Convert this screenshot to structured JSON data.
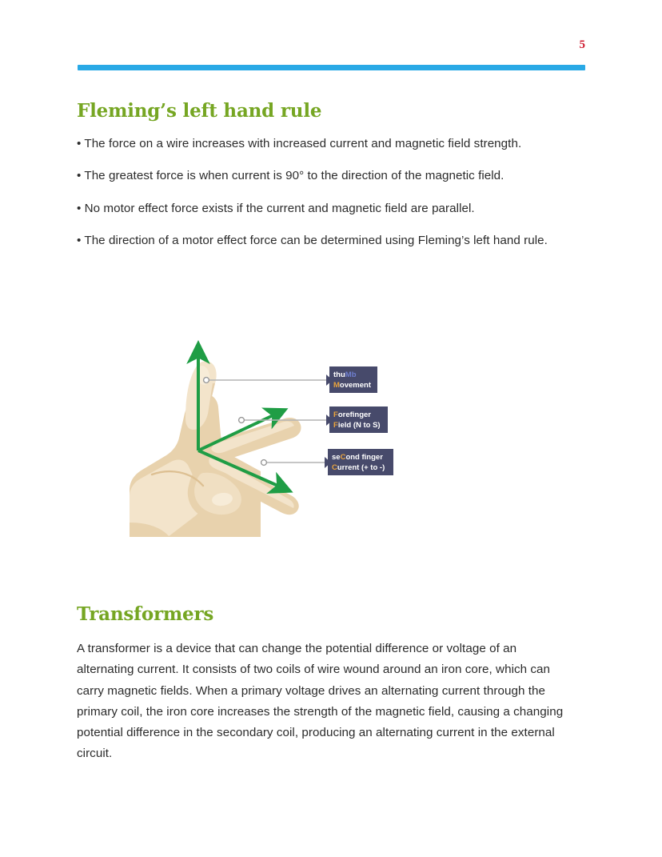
{
  "page": {
    "number": "5",
    "rule_color": "#29a9e6",
    "number_color": "#cf1b30",
    "heading_color": "#76a623",
    "body_color": "#2b2b2b"
  },
  "sections": [
    {
      "id": "fleming",
      "heading": "Fleming’s left hand rule",
      "bullets": [
        "• The force on a wire increases with increased current and magnetic field strength.",
        "• The greatest force is when current is 90° to the direction of the magnetic field.",
        "• No motor effect force exists if the current and magnetic field are parallel.",
        "• The direction of a motor effect force can be determined using Fleming’s left hand rule."
      ]
    },
    {
      "id": "transformers",
      "heading": "Transformers",
      "paragraph": "A transformer is a device that can change the potential difference or voltage of an alternating current. It consists of two coils of wire wound around an iron core, which can carry magnetic fields. When a primary voltage drives an alternating current through the primary coil, the iron core increases the strength of the magnetic field, causing a changing potential difference in the secondary coil, producing an alternating current in the external circuit."
    }
  ],
  "diagram": {
    "name": "fleming-left-hand-rule-diagram",
    "colors": {
      "skin_light": "#f3e4cb",
      "skin_mid": "#e8d2ad",
      "skin_dark": "#ddc093",
      "arrow_green": "#1f9d45",
      "leader_line": "#b3b3b3",
      "label_box": "#474a6b",
      "label_text": "#ffffff",
      "accent_gold": "#e8a33d",
      "accent_blue": "#6f7fd0"
    },
    "labels": [
      {
        "id": "thumb",
        "line1_pre": "thu",
        "line1_accent": "Mb",
        "line1_accent_color": "#6f7fd0",
        "line2_accent": "M",
        "line2_accent_color": "#e8a33d",
        "line2_post": "ovement"
      },
      {
        "id": "forefinger",
        "line1_pre": "",
        "line1_accent": "F",
        "line1_accent_color": "#e8a33d",
        "line1_post": "orefinger",
        "line2_accent": "F",
        "line2_accent_color": "#e8a33d",
        "line2_post": "ield (N to S)"
      },
      {
        "id": "second-finger",
        "line1_pre": "se",
        "line1_accent": "C",
        "line1_accent_color": "#e8a33d",
        "line1_post": "ond finger",
        "line2_accent": "C",
        "line2_accent_color": "#e8a33d",
        "line2_post": "urrent (+ to -)"
      }
    ]
  }
}
